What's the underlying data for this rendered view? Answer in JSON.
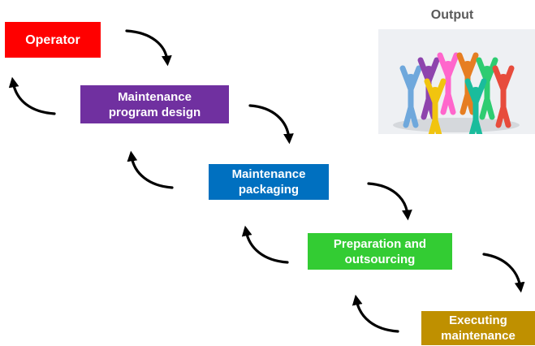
{
  "colors": {
    "operator": "#ff0000",
    "design": "#7030a0",
    "packaging": "#0070c0",
    "preparation": "#33cc33",
    "executing": "#bf9000",
    "arrow": "#000000",
    "people": [
      "#6fa8dc",
      "#8e44ad",
      "#ff66cc",
      "#e67e22",
      "#2ecc71",
      "#e74c3c",
      "#f1c40f",
      "#1abc9c"
    ]
  },
  "output": {
    "label": "Output",
    "icon": "people-circle-icon"
  },
  "steps": [
    {
      "id": "operator",
      "label": "Operator"
    },
    {
      "id": "design",
      "label": "Maintenance\nprogram design"
    },
    {
      "id": "packaging",
      "label": "Maintenance\npackaging"
    },
    {
      "id": "preparation",
      "label": "Preparation and\noutsourcing"
    },
    {
      "id": "executing",
      "label": "Executing\nmaintenance"
    }
  ]
}
